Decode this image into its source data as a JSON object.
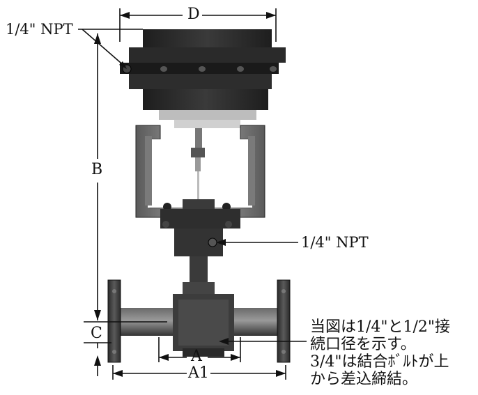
{
  "labels": {
    "d": "D",
    "b": "B",
    "c": "C",
    "a": "A",
    "a1": "A1",
    "npt_top": "1/4\" NPT",
    "npt_side": "1/4\" NPT"
  },
  "note": {
    "line1": "当図は1/4\"と1/2\"接",
    "line2": "続口径を示す。",
    "line3": "3/4\"は結合ﾎﾞﾙﾄが上",
    "line4": "から差込締結。"
  },
  "colors": {
    "actuator": "#2b2b2b",
    "body": "#3c3c3c",
    "yoke": "#8a8a8a",
    "dimension_line": "#111111"
  }
}
